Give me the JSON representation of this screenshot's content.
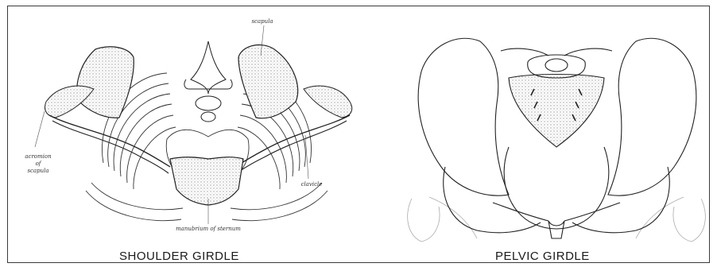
{
  "captions": {
    "shoulder": "SHOULDER GIRDLE",
    "pelvic": "PELVIC GIRDLE"
  },
  "labels": {
    "scapula": "scapula",
    "acromion_line1": "acromion",
    "acromion_line2": "of",
    "acromion_line3": "scapula",
    "clavicle": "clavicle",
    "manubrium": "manubrium of sternum"
  },
  "colors": {
    "frame": "#3a3a3a",
    "ink": "#222222",
    "bone_stipple": "#bdbdbd"
  }
}
